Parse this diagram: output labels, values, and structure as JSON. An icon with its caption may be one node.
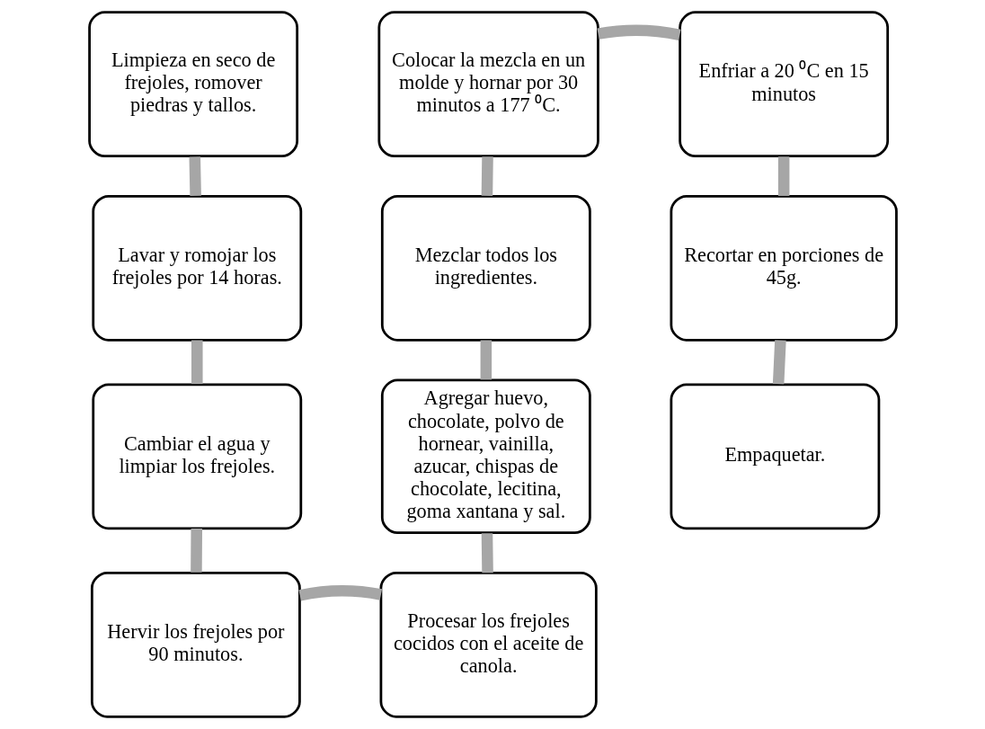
{
  "diagram": {
    "nodes": [
      {
        "text": [
          "Limpieza en seco de frejoles, romover piedras y tallos."
        ]
      },
      {
        "text": [
          "Lavar y romojar los frejoles por 14 horas."
        ]
      },
      {
        "text": [
          "Cambiar el agua y limpiar los frejoles."
        ]
      },
      {
        "text": [
          "Hervir los frejoles por 90 minutos."
        ]
      },
      {
        "text": [
          "Procesar los frejoles cocidos con el aceite de canola."
        ]
      },
      {
        "text": [
          "Agregar huevo, chocolate, polvo de hornear, vainilla, azucar, chispas de chocolate, lecitina, goma xantana y sal."
        ]
      },
      {
        "text": [
          "Mezclar todos los ingredientes."
        ]
      },
      {
        "text": [
          "Colocar la mezcla en un molde y hornar por 30 minutos a 177 ⁰C."
        ]
      },
      {
        "text": [
          "Enfriar a 20 ⁰C en 15 minutos"
        ]
      },
      {
        "text": [
          "Recortar en porciones de 45g."
        ]
      },
      {
        "text": [
          "Empaquetar."
        ]
      }
    ],
    "edges": [
      {
        "from": 0,
        "to": 1,
        "arrow": "none"
      },
      {
        "from": 1,
        "to": 2,
        "arrow": "none"
      },
      {
        "from": 2,
        "to": 3,
        "arrow": "none"
      },
      {
        "from": 3,
        "to": 4,
        "arrow": "none"
      },
      {
        "from": 4,
        "to": 5,
        "arrow": "none"
      },
      {
        "from": 5,
        "to": 6,
        "arrow": "none"
      },
      {
        "from": 6,
        "to": 7,
        "arrow": "none"
      },
      {
        "from": 7,
        "to": 8,
        "arrow": "none"
      },
      {
        "from": 8,
        "to": 9,
        "arrow": "none"
      },
      {
        "from": 9,
        "to": 10,
        "arrow": "none"
      }
    ]
  }
}
